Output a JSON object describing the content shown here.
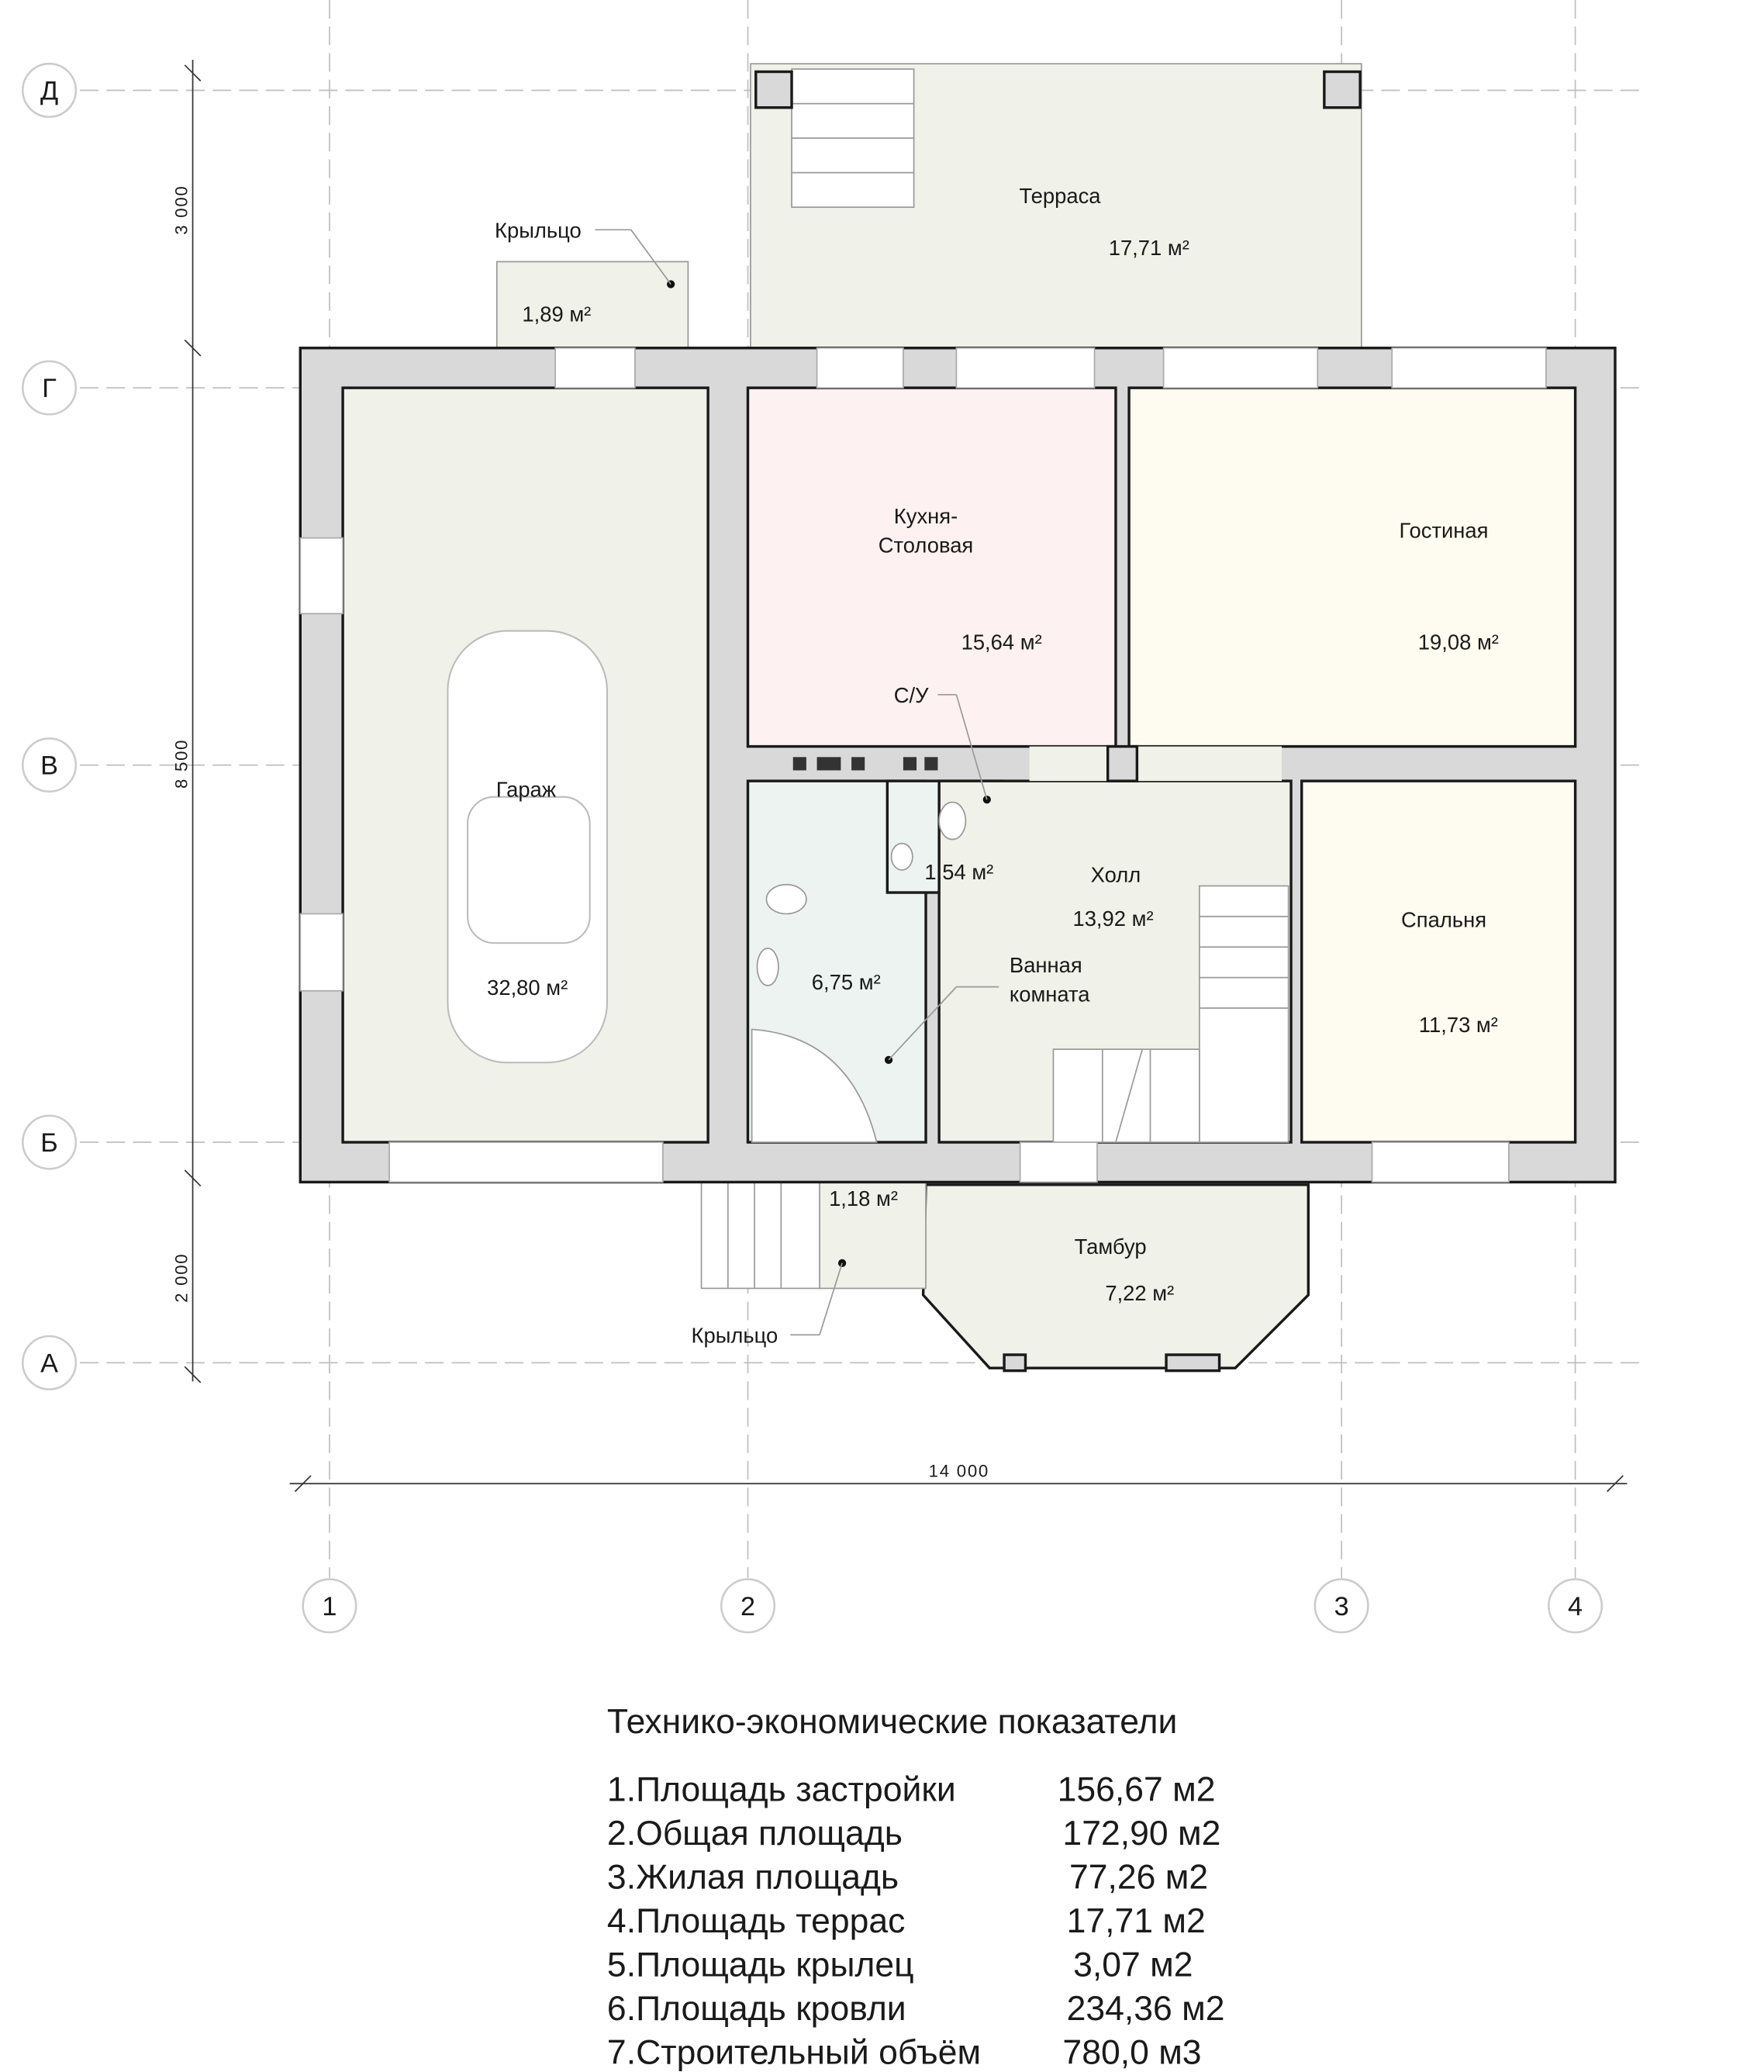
{
  "axes": {
    "rows": [
      "Д",
      "Г",
      "В",
      "Б",
      "А"
    ],
    "columns": [
      "1",
      "2",
      "3",
      "4"
    ]
  },
  "dimensions": {
    "vertical": [
      "3 000",
      "8 500",
      "2 000"
    ],
    "horizontal": "14 000"
  },
  "rooms": {
    "terrace": {
      "name": "Терраса",
      "area": "17,71 м²"
    },
    "porch_top": {
      "name": "Крыльцо",
      "area": "1,89 м²"
    },
    "garage": {
      "name": "Гараж",
      "area": "32,80 м²"
    },
    "kitchen": {
      "name_line1": "Кухня-",
      "name_line2": "Столовая",
      "area": "15,64 м²"
    },
    "living": {
      "name": "Гостиная",
      "area": "19,08 м²"
    },
    "wc": {
      "name": "С/У",
      "area": "1,54 м²"
    },
    "bathroom": {
      "name_line1": "Ванная",
      "name_line2": "комната",
      "area": "6,75 м²"
    },
    "hall": {
      "name": "Холл",
      "area": "13,92 м²"
    },
    "bedroom": {
      "name": "Спальня",
      "area": "11,73 м²"
    },
    "vestibule": {
      "name": "Тамбур",
      "area": "7,22 м²"
    },
    "porch_bottom": {
      "name": "Крыльцо",
      "area": "1,18 м²"
    }
  },
  "summary": {
    "title": "Технико-экономические показатели",
    "rows": [
      {
        "label": "1.Площадь застройки",
        "value": "156,67 м2"
      },
      {
        "label": "2.Общая площадь",
        "value": "172,90 м2"
      },
      {
        "label": "3.Жилая площадь",
        "value": "77,26 м2"
      },
      {
        "label": "4.Площадь террас",
        "value": "17,71 м2"
      },
      {
        "label": "5.Площадь крылец",
        "value": "3,07 м2"
      },
      {
        "label": "6.Площадь кровли",
        "value": "234,36 м2"
      },
      {
        "label": "7.Строительный объём",
        "value": "780,0 м3"
      }
    ]
  },
  "colors": {
    "wall": "#d9d9d9",
    "garage": "#f0f1e9",
    "kitchen": "#fdf1f1",
    "living": "#fefcf0",
    "bath": "#edf3f1",
    "hall": "#f0f1e8"
  }
}
